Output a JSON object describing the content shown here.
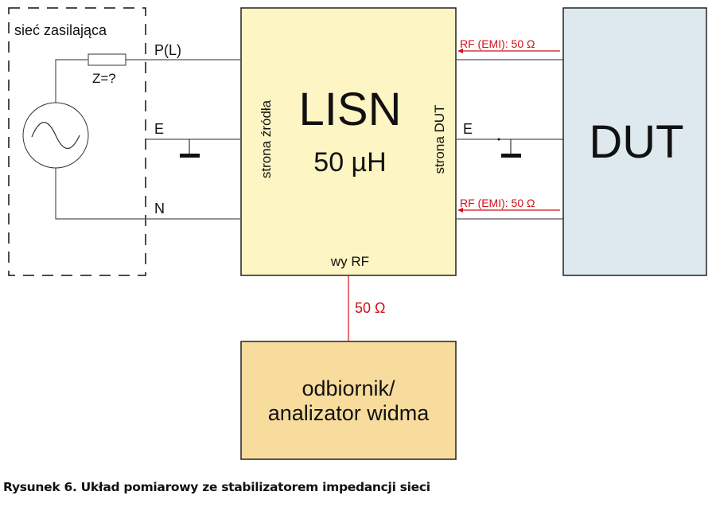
{
  "diagram": {
    "source_box": {
      "label": "sieć zasilająca",
      "impedance_label": "Z=?"
    },
    "lines": {
      "phase": "P(L)",
      "earth": "E",
      "neutral": "N",
      "earth_dut": "E"
    },
    "lisn": {
      "title": "LISN",
      "inductance": "50 µH",
      "source_side": "strona źródła",
      "dut_side": "strona DUT",
      "rf_out": "wy RF"
    },
    "rf_labels": {
      "top": "RF (EMI): 50 Ω",
      "bottom": "RF (EMI): 50 Ω",
      "output": "50 Ω"
    },
    "dut": {
      "label": "DUT"
    },
    "analyzer": {
      "line1": "odbiornik/",
      "line2": "analizator widma"
    },
    "colors": {
      "lisn_fill": "#fdf5c4",
      "dut_fill": "#dde8ef",
      "analyzer_fill": "#f7dc9d",
      "rf_red": "#d0101a"
    }
  },
  "caption": "Rysunek 6. Układ pomiarowy ze stabilizatorem impedancji sieci"
}
